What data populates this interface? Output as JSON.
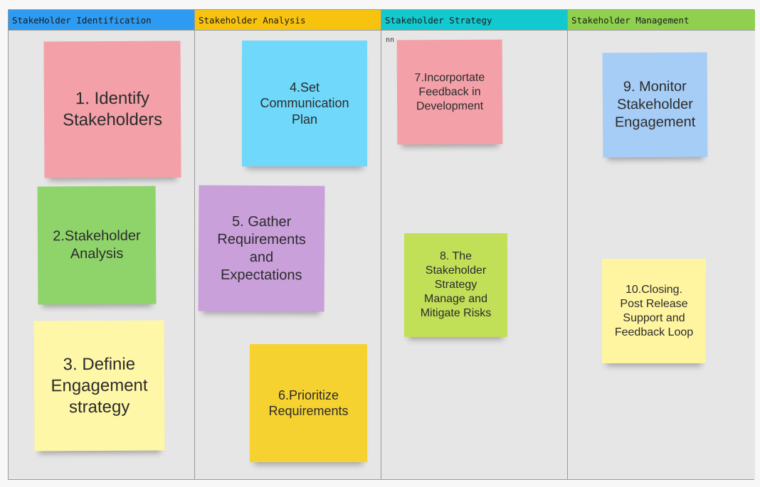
{
  "colors": {
    "header_identification": "#2e9bf2",
    "header_analysis": "#f8c30e",
    "header_strategy": "#12c9cf",
    "header_management": "#8fd14f",
    "pink": "#f3a0a8",
    "green": "#8fd46a",
    "yellow_light": "#fff7a8",
    "blue_cyan": "#6fd8fb",
    "purple": "#c9a0da",
    "yellow_dark": "#f6d230",
    "lime": "#c2df58",
    "light_blue": "#a6cdf6",
    "pale_yellow": "#fff5a0"
  },
  "columns": [
    {
      "title": "StakeHolder Identification"
    },
    {
      "title": "Stakeholder Analysis"
    },
    {
      "title": "Stakeholder Strategy"
    },
    {
      "title": "Stakeholder Management"
    }
  ],
  "notes": {
    "strategy_label": "nn"
  },
  "stickies": [
    {
      "text": "1. Identify\nStakeholders"
    },
    {
      "text": "2.Stakeholder\nAnalysis"
    },
    {
      "text": "3. Definie\nEngagement\nstrategy"
    },
    {
      "text": "4.Set\nCommunication\nPlan"
    },
    {
      "text": "5.  Gather\nRequirements\nand\nExpectations"
    },
    {
      "text": "6.Prioritize\nRequirements"
    },
    {
      "text": "7.Incorportate\nFeedback in\nDevelopment"
    },
    {
      "text": "8. The\nStakeholder\nStrategy\nManage and\nMitigate Risks"
    },
    {
      "text": "9. Monitor\nStakeholder\nEngagement"
    },
    {
      "text": "10.Closing.\nPost Release\nSupport and\nFeedback Loop"
    }
  ]
}
